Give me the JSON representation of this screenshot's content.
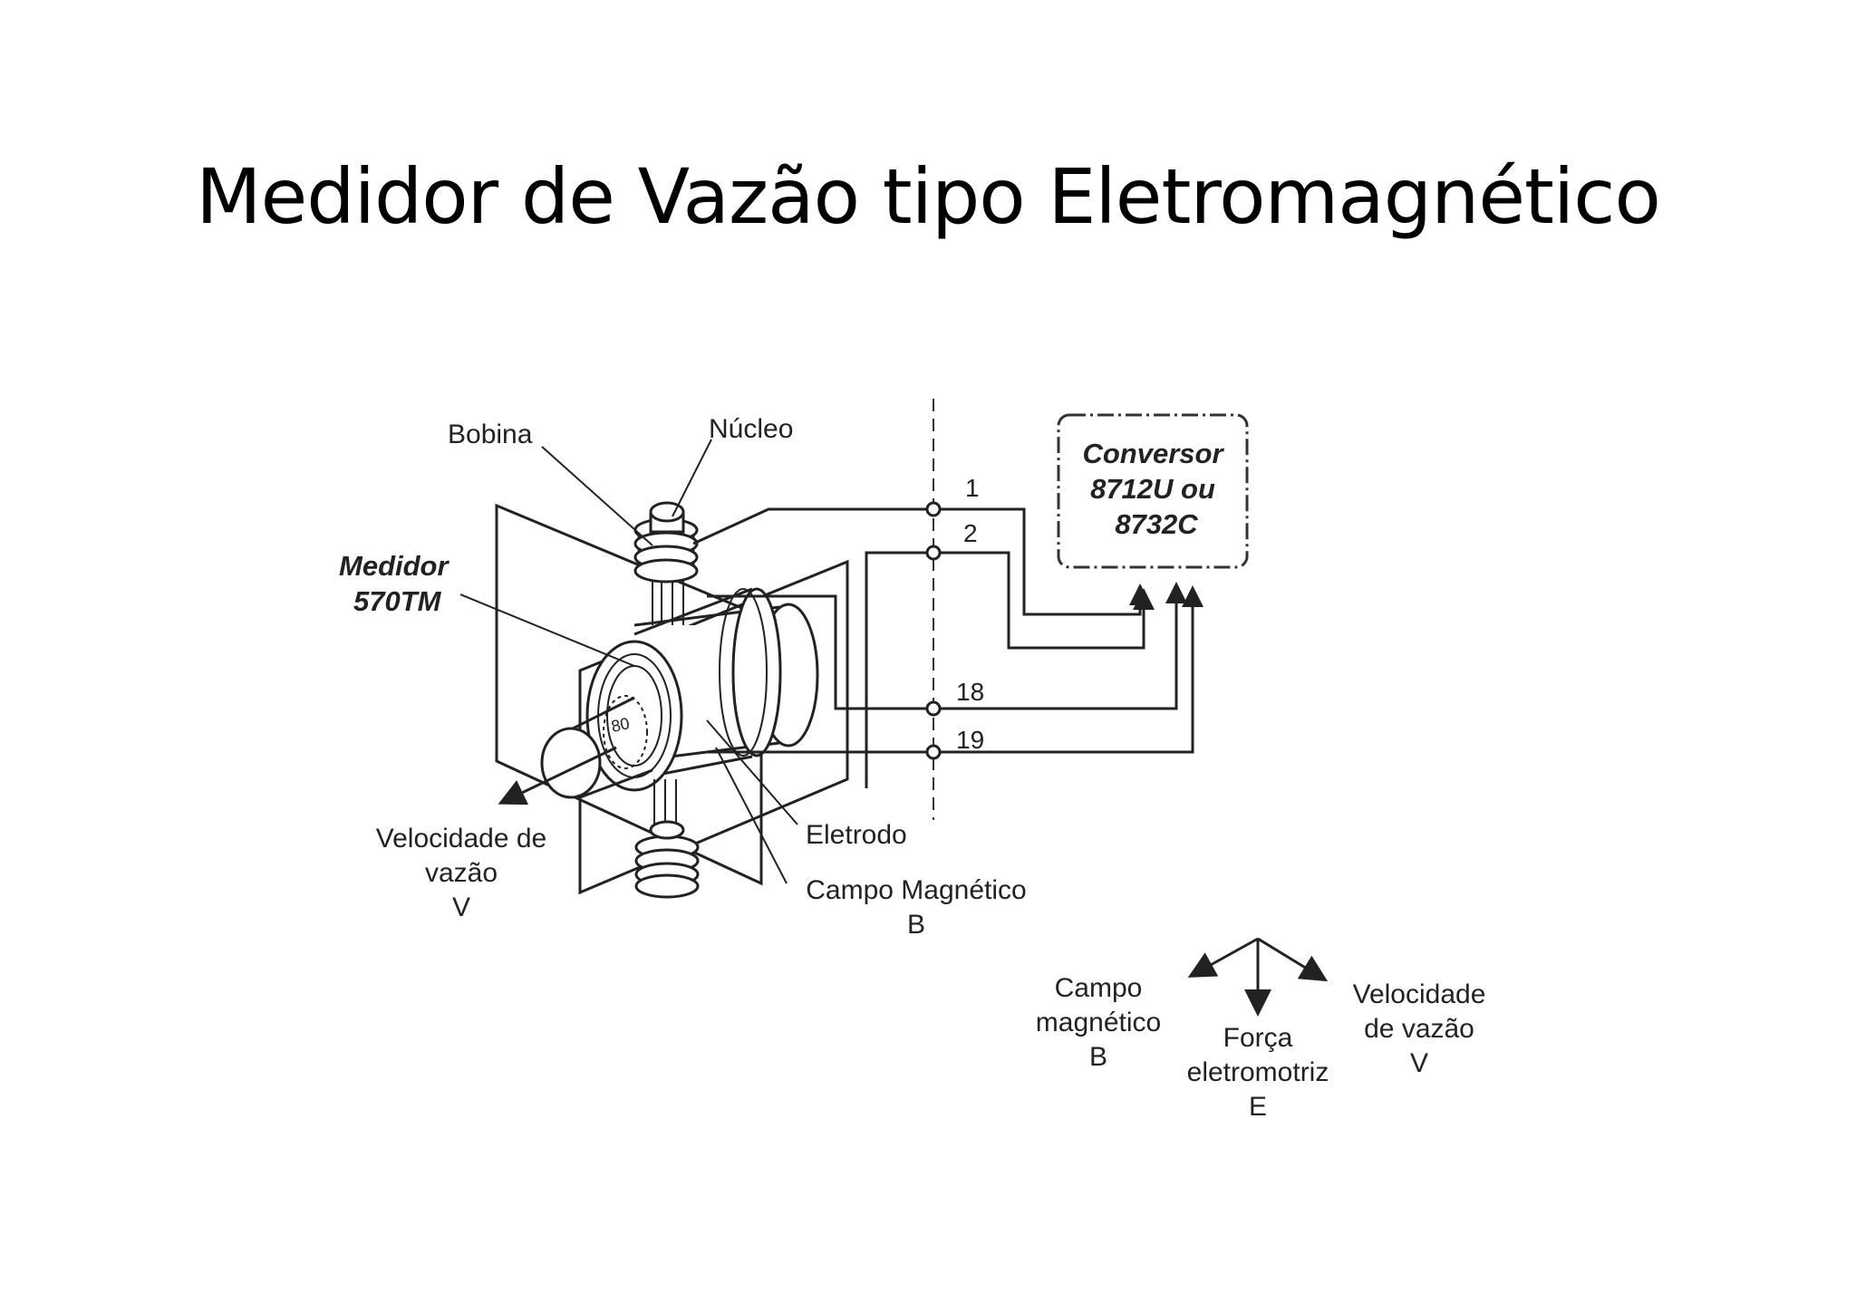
{
  "slide": {
    "title": "Medidor de Vazão tipo Eletromagnético"
  },
  "diagram": {
    "labels": {
      "bobina": "Bobina",
      "nucleo": "Núcleo",
      "medidor_line1": "Medidor",
      "medidor_line2": "570TM",
      "conversor_line1": "Conversor",
      "conversor_line2": "8712U ou",
      "conversor_line3": "8732C",
      "velocidade_line1": "Velocidade de",
      "velocidade_line2": "vazão",
      "velocidade_line3": "V",
      "eletrodo": "Eletrodo",
      "campo_line1": "Campo Magnético",
      "campo_line2": "B",
      "pipe_marking": "80"
    },
    "terminals": [
      "1",
      "2",
      "18",
      "19"
    ],
    "vector_legend": {
      "campo_line1": "Campo",
      "campo_line2": "magnético",
      "campo_line3": "B",
      "forca_line1": "Força",
      "forca_line2": "eletromotriz",
      "forca_line3": "E",
      "velocidade_line1": "Velocidade",
      "velocidade_line2": "de vazão",
      "velocidade_line3": "V"
    }
  }
}
